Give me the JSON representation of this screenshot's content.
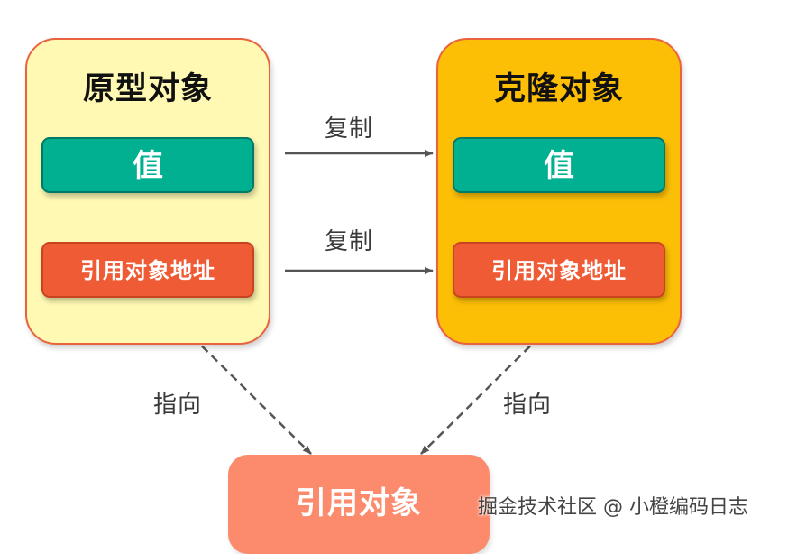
{
  "prototype": {
    "title": "原型对象",
    "value_label": "值",
    "ref_label": "引用对象地址"
  },
  "clone": {
    "title": "克隆对象",
    "value_label": "值",
    "ref_label": "引用对象地址"
  },
  "edges": {
    "copy_value": "复制",
    "copy_ref": "复制",
    "point_left": "指向",
    "point_right": "指向"
  },
  "target": {
    "label": "引用对象"
  },
  "watermark": "掘金技术社区 @ 小橙编码日志",
  "colors": {
    "prototype_bg": "#fff9b3",
    "clone_bg": "#fdbf06",
    "box_border": "#e8633e",
    "value_pill": "#00b091",
    "ref_pill": "#ef5b34",
    "target_bg": "#fb8b6c",
    "arrow": "#555555"
  }
}
